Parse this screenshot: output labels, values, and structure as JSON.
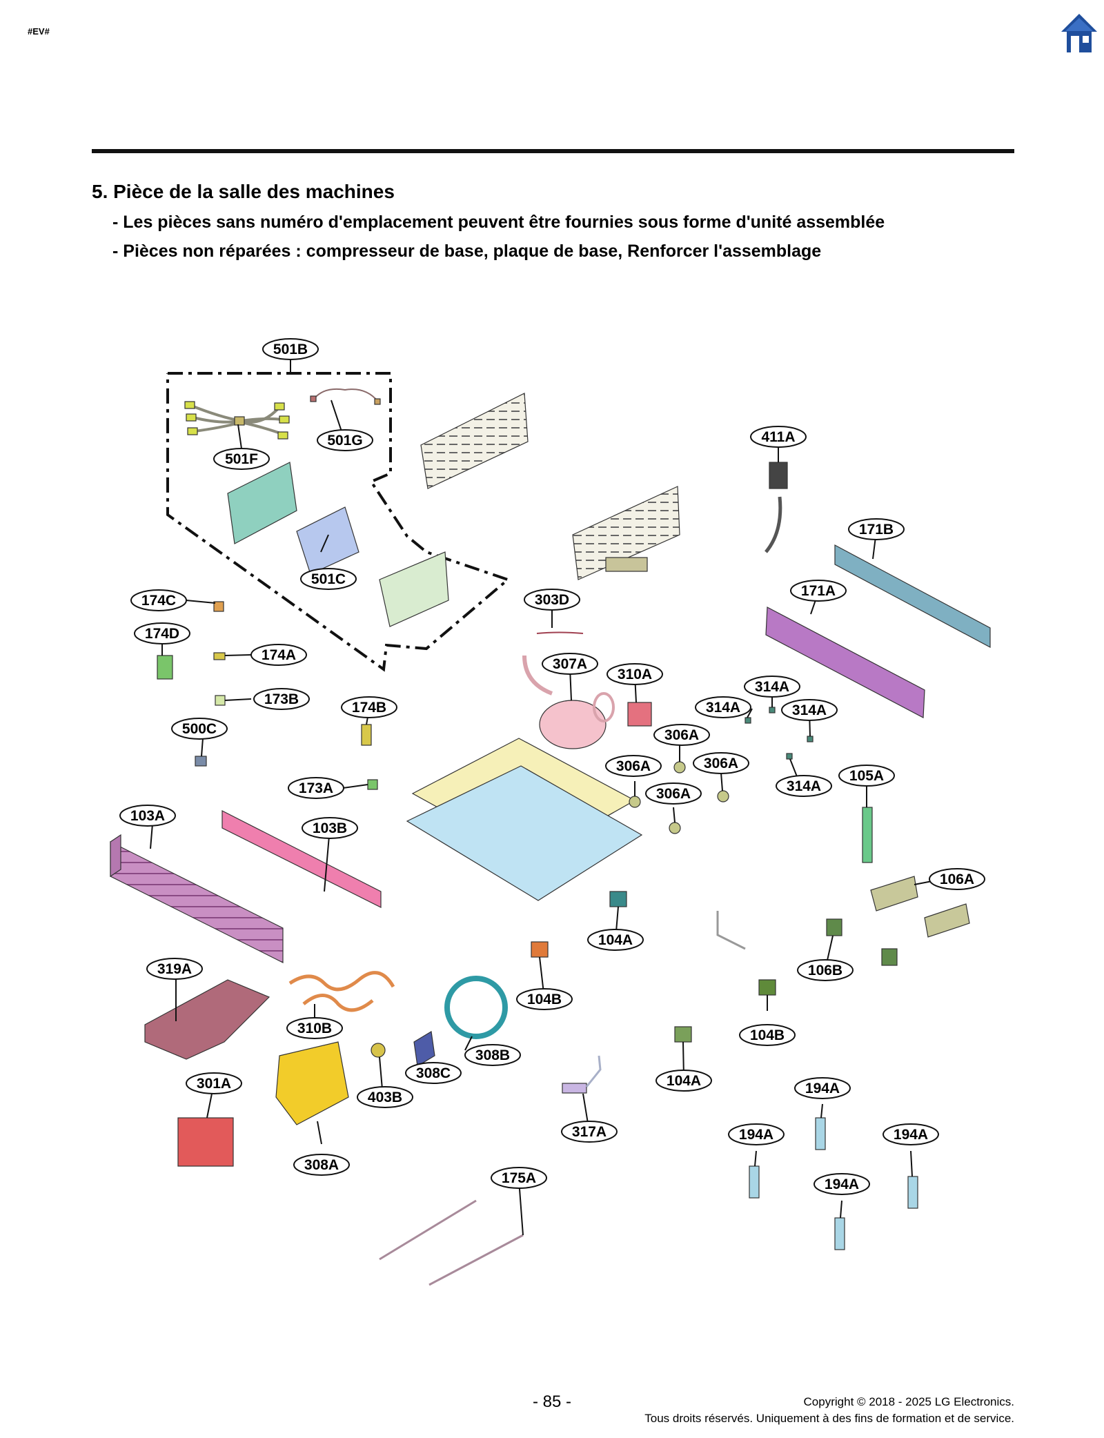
{
  "header": {
    "tag": "#EV#",
    "home_icon": "home-icon"
  },
  "section": {
    "title": "5. Pièce de la salle des machines",
    "notes": [
      "- Les pièces sans numéro d'emplacement peuvent être fournies sous forme d'unité assemblée",
      "- Pièces non réparées : compresseur de base, plaque de base, Renforcer l'assemblage"
    ]
  },
  "callouts": [
    {
      "id": "c501b",
      "label": "501B"
    },
    {
      "id": "c501f",
      "label": "501F"
    },
    {
      "id": "c501g",
      "label": "501G"
    },
    {
      "id": "c501c",
      "label": "501C"
    },
    {
      "id": "c411a",
      "label": "411A"
    },
    {
      "id": "c171b",
      "label": "171B"
    },
    {
      "id": "c171a",
      "label": "171A"
    },
    {
      "id": "c174c",
      "label": "174C"
    },
    {
      "id": "c174d",
      "label": "174D"
    },
    {
      "id": "c174a",
      "label": "174A"
    },
    {
      "id": "c173b",
      "label": "173B"
    },
    {
      "id": "c174b",
      "label": "174B"
    },
    {
      "id": "c500c",
      "label": "500C"
    },
    {
      "id": "c303d",
      "label": "303D"
    },
    {
      "id": "c307a",
      "label": "307A"
    },
    {
      "id": "c310a",
      "label": "310A"
    },
    {
      "id": "c314a1",
      "label": "314A"
    },
    {
      "id": "c314a2",
      "label": "314A"
    },
    {
      "id": "c314a3",
      "label": "314A"
    },
    {
      "id": "c314a4",
      "label": "314A"
    },
    {
      "id": "c306a1",
      "label": "306A"
    },
    {
      "id": "c306a2",
      "label": "306A"
    },
    {
      "id": "c306a3",
      "label": "306A"
    },
    {
      "id": "c306a4",
      "label": "306A"
    },
    {
      "id": "c105a",
      "label": "105A"
    },
    {
      "id": "c173a",
      "label": "173A"
    },
    {
      "id": "c103a",
      "label": "103A"
    },
    {
      "id": "c103b",
      "label": "103B"
    },
    {
      "id": "c106a",
      "label": "106A"
    },
    {
      "id": "c104a1",
      "label": "104A"
    },
    {
      "id": "c106b",
      "label": "106B"
    },
    {
      "id": "c319a",
      "label": "319A"
    },
    {
      "id": "c104b1",
      "label": "104B"
    },
    {
      "id": "c104b2",
      "label": "104B"
    },
    {
      "id": "c310b",
      "label": "310B"
    },
    {
      "id": "c308b",
      "label": "308B"
    },
    {
      "id": "c308c",
      "label": "308C"
    },
    {
      "id": "c301a",
      "label": "301A"
    },
    {
      "id": "c403b",
      "label": "403B"
    },
    {
      "id": "c104a2",
      "label": "104A"
    },
    {
      "id": "c194a1",
      "label": "194A"
    },
    {
      "id": "c317a",
      "label": "317A"
    },
    {
      "id": "c194a2",
      "label": "194A"
    },
    {
      "id": "c194a3",
      "label": "194A"
    },
    {
      "id": "c308a",
      "label": "308A"
    },
    {
      "id": "c194a4",
      "label": "194A"
    },
    {
      "id": "c175a",
      "label": "175A"
    }
  ],
  "footer": {
    "page_number": "- 85 -",
    "copyright_line1": "Copyright © 2018 - 2025 LG Electronics.",
    "copyright_line2": "Tous droits réservés. Uniquement à des fins de formation et de service."
  }
}
